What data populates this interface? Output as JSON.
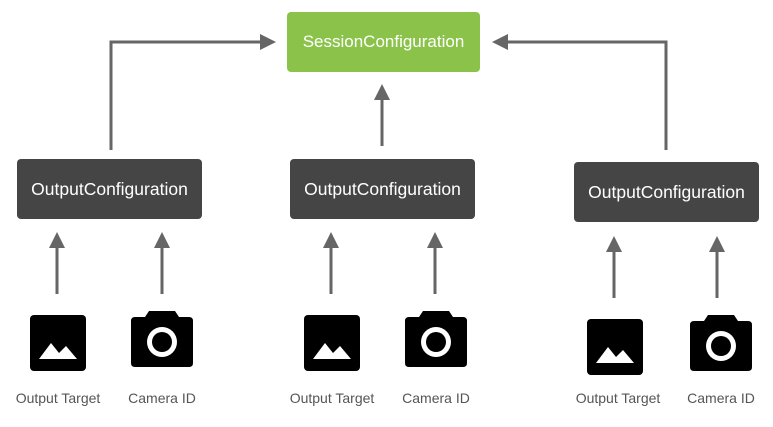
{
  "session_config": {
    "label": "SessionConfiguration"
  },
  "groups": [
    {
      "output_config": "OutputConfiguration",
      "output_target": "Output Target",
      "camera_id": "Camera ID"
    },
    {
      "output_config": "OutputConfiguration",
      "output_target": "Output Target",
      "camera_id": "Camera ID"
    },
    {
      "output_config": "OutputConfiguration",
      "output_target": "Output Target",
      "camera_id": "Camera ID"
    }
  ],
  "colors": {
    "session_box": "#8bc34a",
    "output_box": "#454545",
    "arrow": "#666666",
    "icon": "#000000",
    "label_text": "#555555"
  },
  "icons": {
    "output_target": "image-icon",
    "camera_id": "camera-icon"
  }
}
